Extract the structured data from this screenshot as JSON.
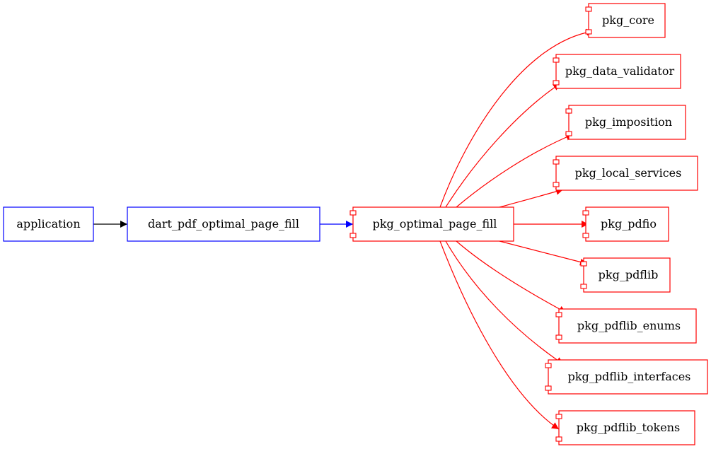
{
  "colors": {
    "blue": "#0000ff",
    "red": "#ff0000",
    "black": "#000000",
    "background": "#ffffff"
  },
  "nodes": [
    {
      "id": "application",
      "label": "application",
      "kind": "plain",
      "color": "blue"
    },
    {
      "id": "dart_pdf_optimal_page_fill",
      "label": "dart_pdf_optimal_page_fill",
      "kind": "plain",
      "color": "blue"
    },
    {
      "id": "pkg_optimal_page_fill",
      "label": "pkg_optimal_page_fill",
      "kind": "component",
      "color": "red"
    },
    {
      "id": "pkg_core",
      "label": "pkg_core",
      "kind": "component",
      "color": "red"
    },
    {
      "id": "pkg_data_validator",
      "label": "pkg_data_validator",
      "kind": "component",
      "color": "red"
    },
    {
      "id": "pkg_imposition",
      "label": "pkg_imposition",
      "kind": "component",
      "color": "red"
    },
    {
      "id": "pkg_local_services",
      "label": "pkg_local_services",
      "kind": "component",
      "color": "red"
    },
    {
      "id": "pkg_pdfio",
      "label": "pkg_pdfio",
      "kind": "component",
      "color": "red"
    },
    {
      "id": "pkg_pdflib",
      "label": "pkg_pdflib",
      "kind": "component",
      "color": "red"
    },
    {
      "id": "pkg_pdflib_enums",
      "label": "pkg_pdflib_enums",
      "kind": "component",
      "color": "red"
    },
    {
      "id": "pkg_pdflib_interfaces",
      "label": "pkg_pdflib_interfaces",
      "kind": "component",
      "color": "red"
    },
    {
      "id": "pkg_pdflib_tokens",
      "label": "pkg_pdflib_tokens",
      "kind": "component",
      "color": "red"
    }
  ],
  "edges": [
    {
      "from": "application",
      "to": "dart_pdf_optimal_page_fill",
      "color": "black"
    },
    {
      "from": "dart_pdf_optimal_page_fill",
      "to": "pkg_optimal_page_fill",
      "color": "blue"
    },
    {
      "from": "pkg_optimal_page_fill",
      "to": "pkg_core",
      "color": "red"
    },
    {
      "from": "pkg_optimal_page_fill",
      "to": "pkg_data_validator",
      "color": "red"
    },
    {
      "from": "pkg_optimal_page_fill",
      "to": "pkg_imposition",
      "color": "red"
    },
    {
      "from": "pkg_optimal_page_fill",
      "to": "pkg_local_services",
      "color": "red"
    },
    {
      "from": "pkg_optimal_page_fill",
      "to": "pkg_pdfio",
      "color": "red"
    },
    {
      "from": "pkg_optimal_page_fill",
      "to": "pkg_pdflib",
      "color": "red"
    },
    {
      "from": "pkg_optimal_page_fill",
      "to": "pkg_pdflib_enums",
      "color": "red"
    },
    {
      "from": "pkg_optimal_page_fill",
      "to": "pkg_pdflib_interfaces",
      "color": "red"
    },
    {
      "from": "pkg_optimal_page_fill",
      "to": "pkg_pdflib_tokens",
      "color": "red"
    }
  ]
}
